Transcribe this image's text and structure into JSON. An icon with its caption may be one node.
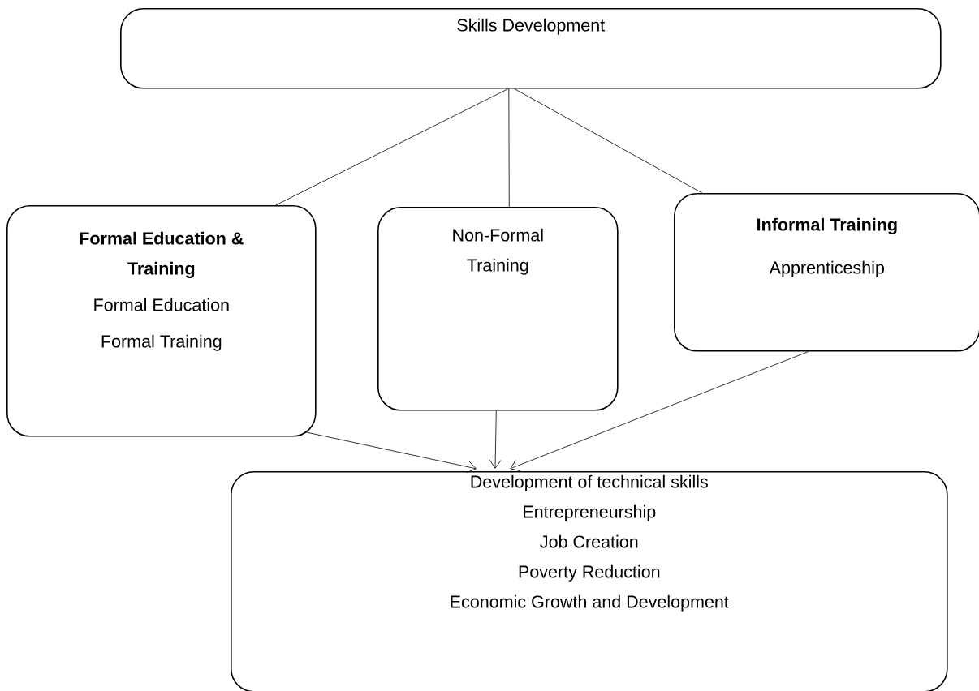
{
  "diagram": {
    "nodes": [
      {
        "text": [
          "Skills Development"
        ]
      },
      {
        "text": [
          "Formal Education & Training",
          "Formal Education",
          "Formal Training"
        ]
      },
      {
        "text": [
          "Non-Formal Training"
        ]
      },
      {
        "text": [
          "Informal Training",
          "Apprenticeship"
        ]
      },
      {
        "text": [
          "Development of technical skills",
          "Entrepreneurship",
          "Job Creation",
          "Poverty Reduction",
          "Economic Growth and Development"
        ]
      }
    ],
    "edges": [
      {
        "from": 0,
        "to": 1,
        "arrow": "none"
      },
      {
        "from": 0,
        "to": 2,
        "arrow": "none"
      },
      {
        "from": 0,
        "to": 3,
        "arrow": "none"
      },
      {
        "from": 1,
        "to": 4,
        "arrow": "to"
      },
      {
        "from": 2,
        "to": 4,
        "arrow": "to"
      },
      {
        "from": 3,
        "to": 4,
        "arrow": "to"
      }
    ]
  }
}
